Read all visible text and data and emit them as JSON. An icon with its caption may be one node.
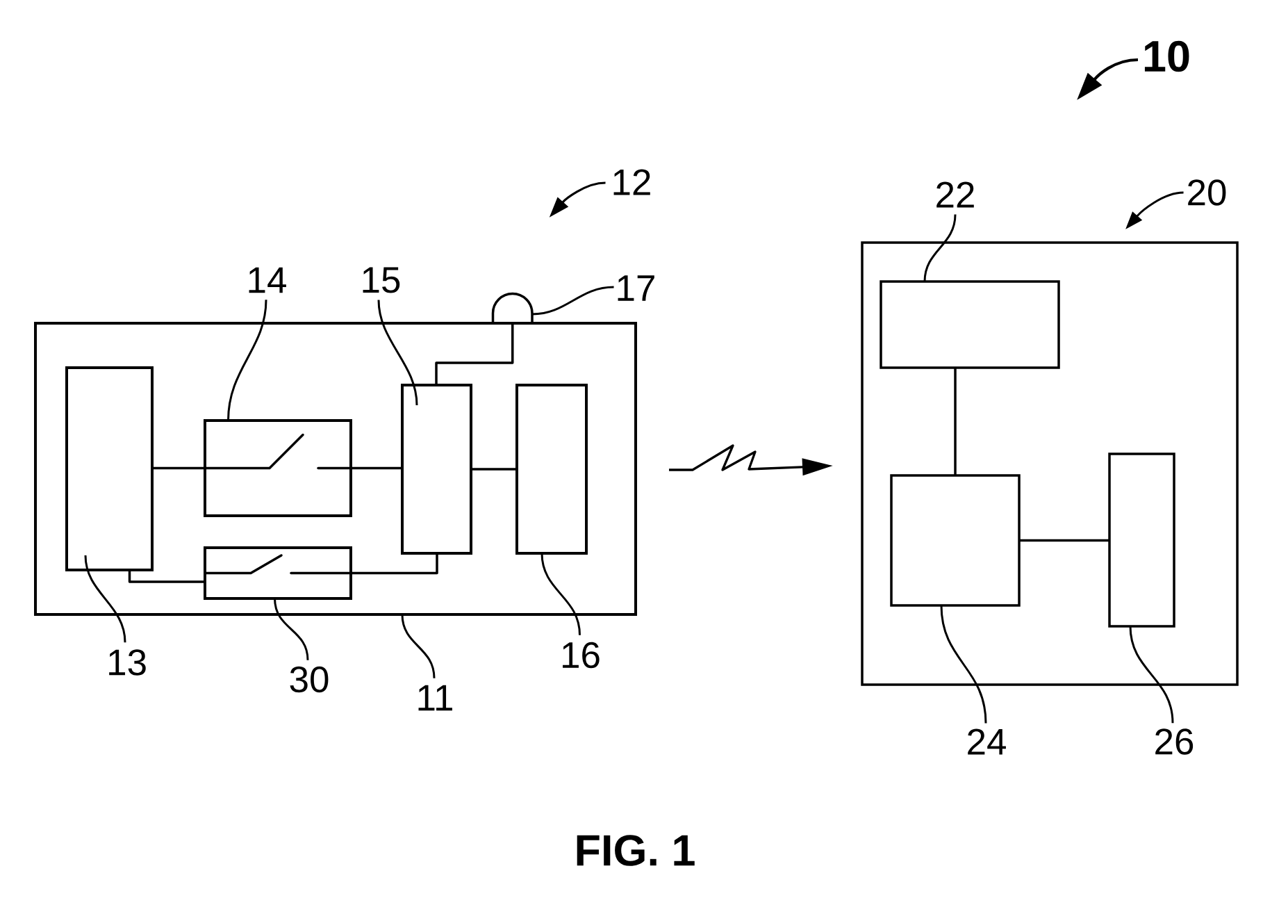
{
  "diagram": {
    "caption": "FIG. 1",
    "nodes": [
      {
        "text": [
          "10"
        ]
      },
      {
        "text": [
          "12"
        ]
      },
      {
        "text": [
          "20"
        ]
      },
      {
        "text": [
          "22"
        ]
      },
      {
        "text": [
          "14"
        ]
      },
      {
        "text": [
          "15"
        ]
      },
      {
        "text": [
          "17"
        ]
      },
      {
        "text": [],
        "shape": "box"
      },
      {
        "text": [],
        "shape": "box",
        "in": 7
      },
      {
        "text": [],
        "shape": "box",
        "in": 7
      },
      {
        "text": [],
        "shape": "box",
        "in": 7
      },
      {
        "text": [],
        "shape": "box",
        "in": 7
      },
      {
        "text": [],
        "shape": "box",
        "in": 7
      },
      {
        "text": [],
        "shape": "dome"
      },
      {
        "text": [],
        "shape": "box"
      },
      {
        "text": [],
        "shape": "box",
        "in": 14
      },
      {
        "text": [],
        "shape": "box",
        "in": 14
      },
      {
        "text": [],
        "shape": "box",
        "in": 14
      },
      {
        "text": [
          "13"
        ]
      },
      {
        "text": [
          "30"
        ]
      },
      {
        "text": [
          "11"
        ]
      },
      {
        "text": [
          "16"
        ]
      },
      {
        "text": [
          "24"
        ]
      },
      {
        "text": [
          "26"
        ]
      }
    ],
    "edges": [
      {
        "from": 8,
        "to": 9,
        "arrow": "none"
      },
      {
        "from": 9,
        "to": 10,
        "arrow": "none"
      },
      {
        "from": 10,
        "to": 11,
        "arrow": "none"
      },
      {
        "from": 8,
        "to": 12,
        "arrow": "none"
      },
      {
        "from": 12,
        "to": 10,
        "arrow": "none"
      },
      {
        "from": 10,
        "to": 13,
        "arrow": "none"
      },
      {
        "from": 15,
        "to": 16,
        "arrow": "none"
      },
      {
        "from": 16,
        "to": 17,
        "arrow": "none"
      },
      {
        "from": 7,
        "to": 14,
        "arrow": "to"
      },
      {
        "from": 4,
        "to": 9,
        "arrow": "none"
      },
      {
        "from": 5,
        "to": 10,
        "arrow": "none"
      },
      {
        "from": 6,
        "to": 13,
        "arrow": "none"
      },
      {
        "from": 3,
        "to": 15,
        "arrow": "none"
      },
      {
        "from": 18,
        "to": 8,
        "arrow": "none"
      },
      {
        "from": 19,
        "to": 12,
        "arrow": "none"
      },
      {
        "from": 20,
        "to": 7,
        "arrow": "none"
      },
      {
        "from": 21,
        "to": 11,
        "arrow": "none"
      },
      {
        "from": 22,
        "to": 16,
        "arrow": "none"
      },
      {
        "from": 23,
        "to": 17,
        "arrow": "none"
      },
      {
        "from": 0,
        "to": null,
        "arrow": "to"
      },
      {
        "from": 1,
        "to": null,
        "arrow": "to"
      },
      {
        "from": 2,
        "to": 14,
        "arrow": "to"
      }
    ]
  }
}
